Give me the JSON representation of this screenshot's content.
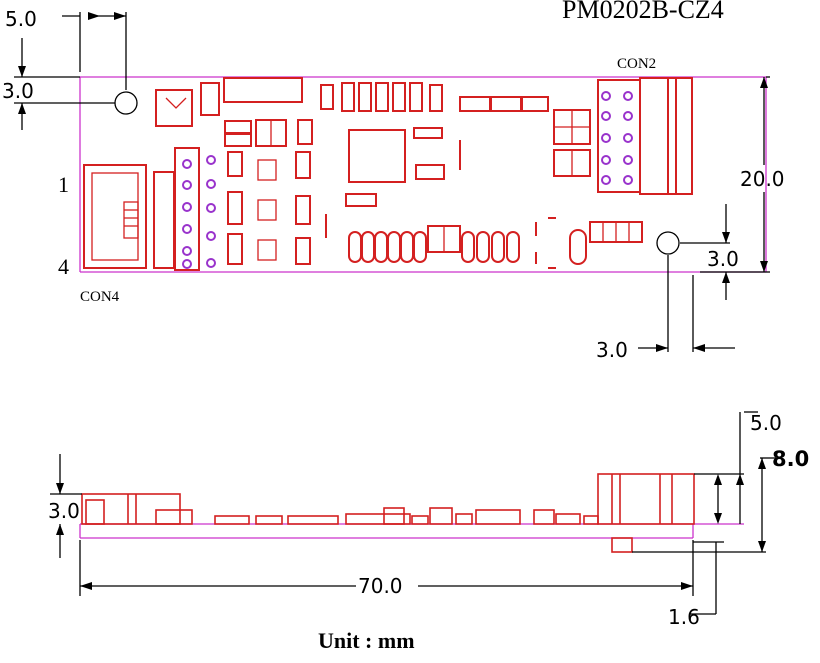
{
  "title": "PM0202B-CZ4",
  "connectors": {
    "con2": "CON2",
    "con4": "CON4",
    "pin_first": "1",
    "pin_last": "4"
  },
  "dimensions": {
    "hole_offset_x": "5.0",
    "hole_offset_y_top": "3.0",
    "board_height": "20.0",
    "hole_offset_y_bottom": "3.0",
    "hole_offset_x_right": "3.0",
    "height_left": "3.0",
    "height_right_small": "5.0",
    "height_right_total": "8.0",
    "board_length": "70.0",
    "board_thickness": "1.6"
  },
  "unit_label": "Unit : mm",
  "colors": {
    "outline": "#cc33cc",
    "components": "#d42020",
    "pins": "#9933cc",
    "dimension_lines": "#000000"
  }
}
